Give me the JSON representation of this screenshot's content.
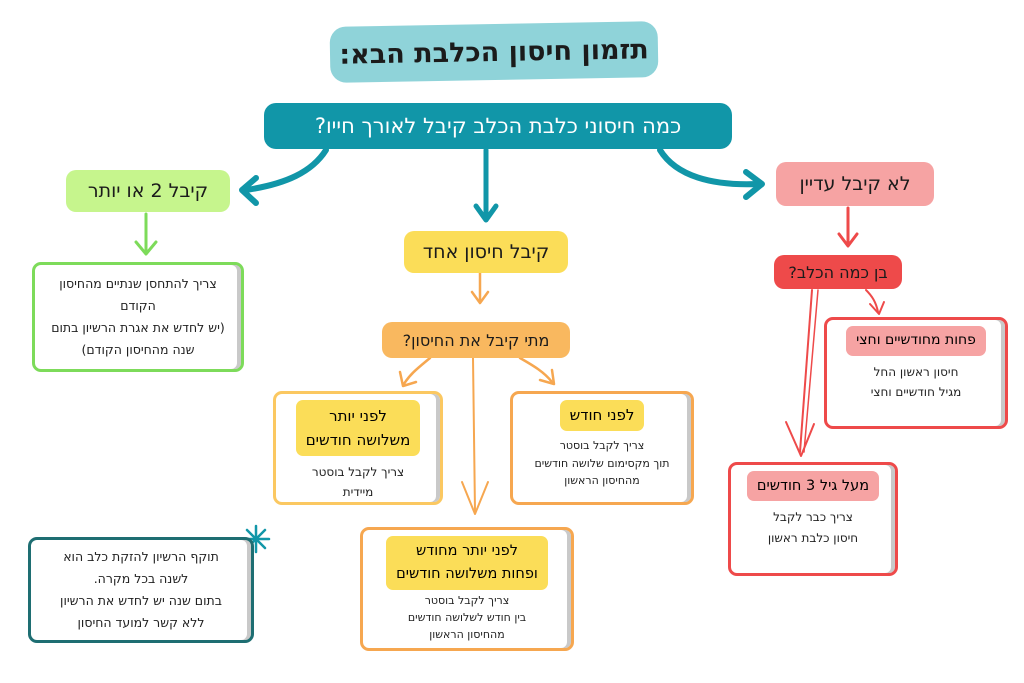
{
  "title": "תזמון חיסון הכלבת הבא:",
  "question": "כמה חיסוני כלבת הכלב קיבל לאורך חייו?",
  "colors": {
    "teal": "#1196a8",
    "title_bg": "#8fd3d9",
    "green": "#7ddb5a",
    "yellow": "#fbdd58",
    "orange": "#f6a750",
    "pink": "#f6a3a3",
    "red": "#ee4a4a",
    "dark_teal": "#1e6e72"
  },
  "branches": {
    "two_or_more": {
      "label": "קיבל 2 או יותר",
      "card": "צריך להתחסן שנתיים מהחיסון הקודם\n(יש לחדש את אגרת הרשיון בתום שנה מהחיסון הקודם)"
    },
    "one": {
      "label": "קיבל חיסון אחד",
      "question": "מתי קיבל את החיסון?",
      "under_month": {
        "head": "לפני חודש",
        "body": "צריך לקבל בוסטר\nתוך מקסימום שלושה חודשים\nמהחיסון הראשון"
      },
      "over_three": {
        "head": "לפני יותר\nמשלושה חודשים",
        "body": "צריך לקבל בוסטר\nמיידית"
      },
      "between": {
        "head": "לפני יותר מחודש\nופחות משלושה חודשים",
        "body": "צריך לקבל בוסטר\nבין חודש לשלושה חודשים\nמהחיסון הראשון"
      }
    },
    "none": {
      "label": "לא קיבל עדיין",
      "question": "בן כמה הכלב?",
      "under": {
        "head": "פחות מחודשיים וחצי",
        "body": "חיסון ראשון החל\nמגיל חודשיים וחצי"
      },
      "over": {
        "head": "מעל גיל 3 חודשים",
        "body": "צריך כבר לקבל\nחיסון כלבת ראשון"
      }
    }
  },
  "note": "תוקף הרשיון להזקת כלב הוא\nלשנה בכל מקרה.\nבתום שנה יש לחדש את הרשיון\nללא קשר למועד החיסון"
}
